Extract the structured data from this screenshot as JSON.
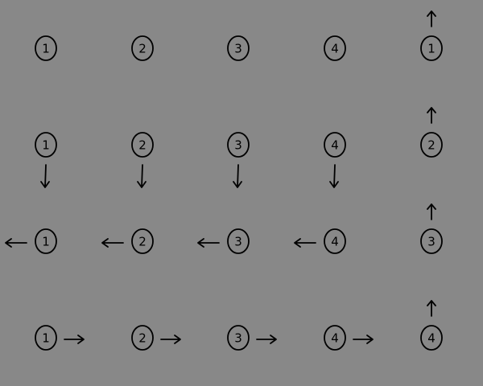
{
  "rows": [
    {
      "cells": [
        {
          "label": "1",
          "arrow": "none"
        },
        {
          "label": "2",
          "arrow": "none"
        },
        {
          "label": "3",
          "arrow": "none"
        },
        {
          "label": "4",
          "arrow": "none"
        },
        {
          "label": "1",
          "arrow": "up"
        }
      ]
    },
    {
      "cells": [
        {
          "label": "1",
          "arrow": "down"
        },
        {
          "label": "2",
          "arrow": "down"
        },
        {
          "label": "3",
          "arrow": "down"
        },
        {
          "label": "4",
          "arrow": "down"
        },
        {
          "label": "2",
          "arrow": "up"
        }
      ]
    },
    {
      "cells": [
        {
          "label": "1",
          "arrow": "left"
        },
        {
          "label": "2",
          "arrow": "left"
        },
        {
          "label": "3",
          "arrow": "left"
        },
        {
          "label": "4",
          "arrow": "left"
        },
        {
          "label": "3",
          "arrow": "up"
        }
      ]
    },
    {
      "cells": [
        {
          "label": "1",
          "arrow": "right"
        },
        {
          "label": "2",
          "arrow": "right"
        },
        {
          "label": "3",
          "arrow": "right"
        },
        {
          "label": "4",
          "arrow": "right"
        },
        {
          "label": "4",
          "arrow": "up"
        }
      ]
    }
  ],
  "colors": {
    "background": "#888888",
    "ink": "#000000"
  },
  "icons": {
    "up": "arrow-up-icon",
    "down": "arrow-down-icon",
    "left": "arrow-left-icon",
    "right": "arrow-right-icon"
  }
}
